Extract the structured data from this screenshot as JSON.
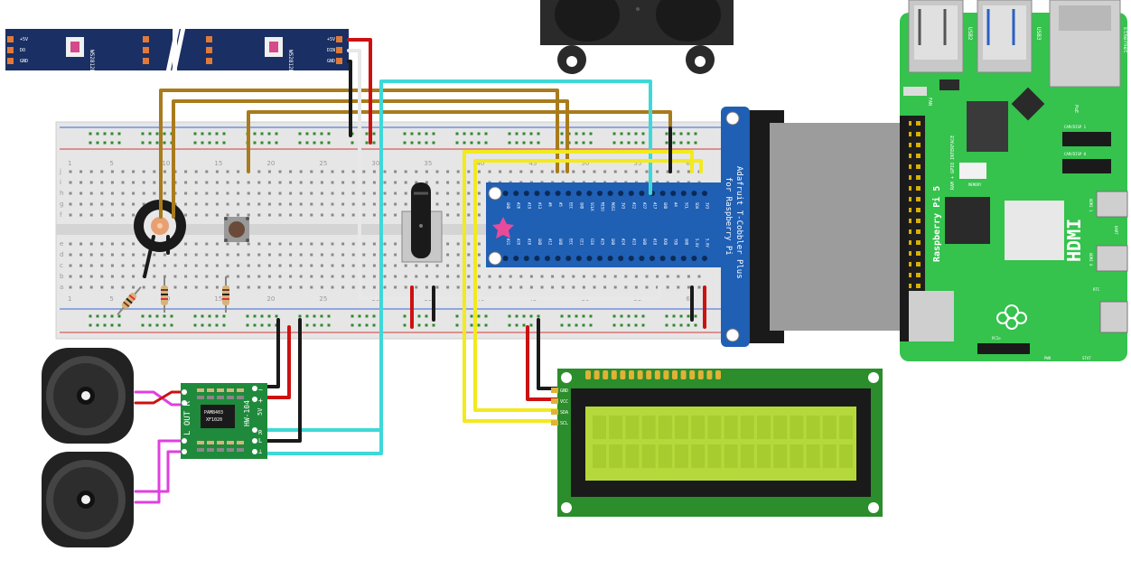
{
  "cobbler": {
    "line1": "Adafruit T-Cobbler Plus",
    "line2": "for Raspberry Pi",
    "top_pins": [
      "3V3",
      "SDA",
      "SCL",
      "#4",
      "GND",
      "#17",
      "#27",
      "#22",
      "3V3",
      "MOSI",
      "MISO",
      "SCLK",
      "GND",
      "EEC",
      "#5",
      "#6",
      "#13",
      "#19",
      "#26",
      "GND"
    ],
    "bottom_pins": [
      "5.0V",
      "5.0V",
      "GND",
      "TXD",
      "RXD",
      "#18",
      "GND",
      "#23",
      "#24",
      "GND",
      "#25",
      "CE0",
      "CE1",
      "EEC",
      "GND",
      "#12",
      "GND",
      "#16",
      "#20",
      "#21"
    ]
  },
  "lcd": {
    "pins": [
      "GND",
      "VCC",
      "SDA",
      "SCL"
    ]
  },
  "amp": {
    "label_out": "L OUT R",
    "label_model": "HW-104",
    "label_5v": "5V",
    "label_minus": "−",
    "label_plus": "+",
    "label_l": "L",
    "label_r": "R",
    "label_perp": "⊥",
    "chip_line1": "PAM8403",
    "chip_line2": "XF1020"
  },
  "ledstrip": {
    "chip_label": "WS2812B",
    "pin_labels": [
      "+5V",
      "DO",
      "GND"
    ],
    "in_labels": [
      "+5V",
      "DIN",
      "GND"
    ]
  },
  "pi": {
    "name": "Raspberry Pi 5",
    "hdmi": "HDMI",
    "usb2": "USB2",
    "usb3": "USB3",
    "ethernet": "Ethernet",
    "fan": "FAN",
    "poe": "PoE",
    "cam0": "CAM/DISP 0",
    "cam1": "CAM/DISP 1",
    "uart": "UART",
    "rtc": "RTC",
    "pwr": "PWR",
    "stat": "STAT",
    "pcie": "PCIe",
    "hdmi0": "HDMI 0",
    "hdmi1": "HDMI 1",
    "memory": "MEMORY",
    "gpio": "RAM + GPIO INTERFACE"
  },
  "breadboard": {
    "col_labels": [
      "1",
      "5",
      "10",
      "15",
      "20",
      "25",
      "30",
      "35",
      "40",
      "45",
      "50",
      "55",
      "60"
    ],
    "row_labels_top": [
      "j",
      "i",
      "h",
      "g",
      "f"
    ],
    "row_labels_bottom": [
      "e",
      "d",
      "c",
      "b",
      "a"
    ]
  },
  "colors": {
    "brown": "#a87b1c",
    "cyan": "#3fd8d8",
    "yellow": "#f2ea1e",
    "red": "#cc1111",
    "black": "#1a1a1a",
    "white": "#e8e8e8",
    "magenta": "#e040e0",
    "pi_green": "#35c24d",
    "cobbler_blue": "#1f5fb4",
    "lcd_green": "#2b8d2b"
  }
}
